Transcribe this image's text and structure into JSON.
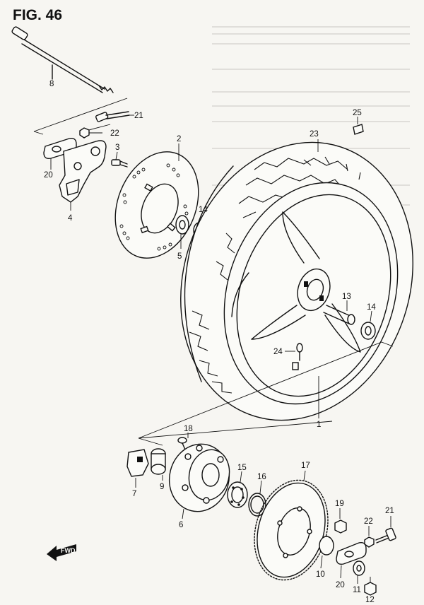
{
  "figure": {
    "title": "FIG. 46",
    "fwd_label": "FWD"
  },
  "callouts": {
    "c1": "1",
    "c2": "2",
    "c3": "3",
    "c4": "4",
    "c5": "5",
    "c6": "6",
    "c7": "7",
    "c8": "8",
    "c9": "9",
    "c10": "10",
    "c11": "11",
    "c12": "12",
    "c13": "13",
    "c14a": "14",
    "c14b": "14",
    "c15": "15",
    "c16": "16",
    "c17": "17",
    "c18": "18",
    "c19": "19",
    "c20a": "20",
    "c20b": "20",
    "c21a": "21",
    "c21b": "21",
    "c22a": "22",
    "c22b": "22",
    "c23": "23",
    "c24": "24",
    "c25": "25"
  }
}
